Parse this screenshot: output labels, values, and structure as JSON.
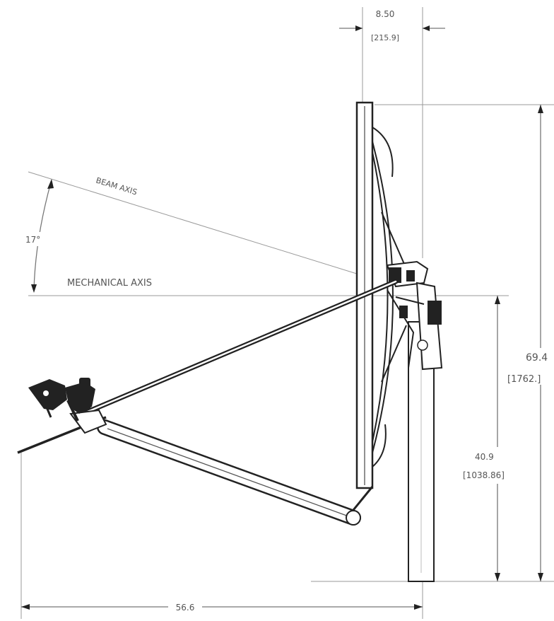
{
  "labels": {
    "beam_axis": "BEAM AXIS",
    "mechanical_axis": "MECHANICAL AXIS",
    "elevation_offset": "17°"
  },
  "dimensions": {
    "width_in": "8.50",
    "width_mm": "[215.9]",
    "height_in": "69.4",
    "height_mm": "[1762.]",
    "mount_in": "40.9",
    "mount_mm": "[1038.86]",
    "depth_in": "56.6"
  },
  "colors": {
    "line": "#222222",
    "dimension": "#777777"
  }
}
